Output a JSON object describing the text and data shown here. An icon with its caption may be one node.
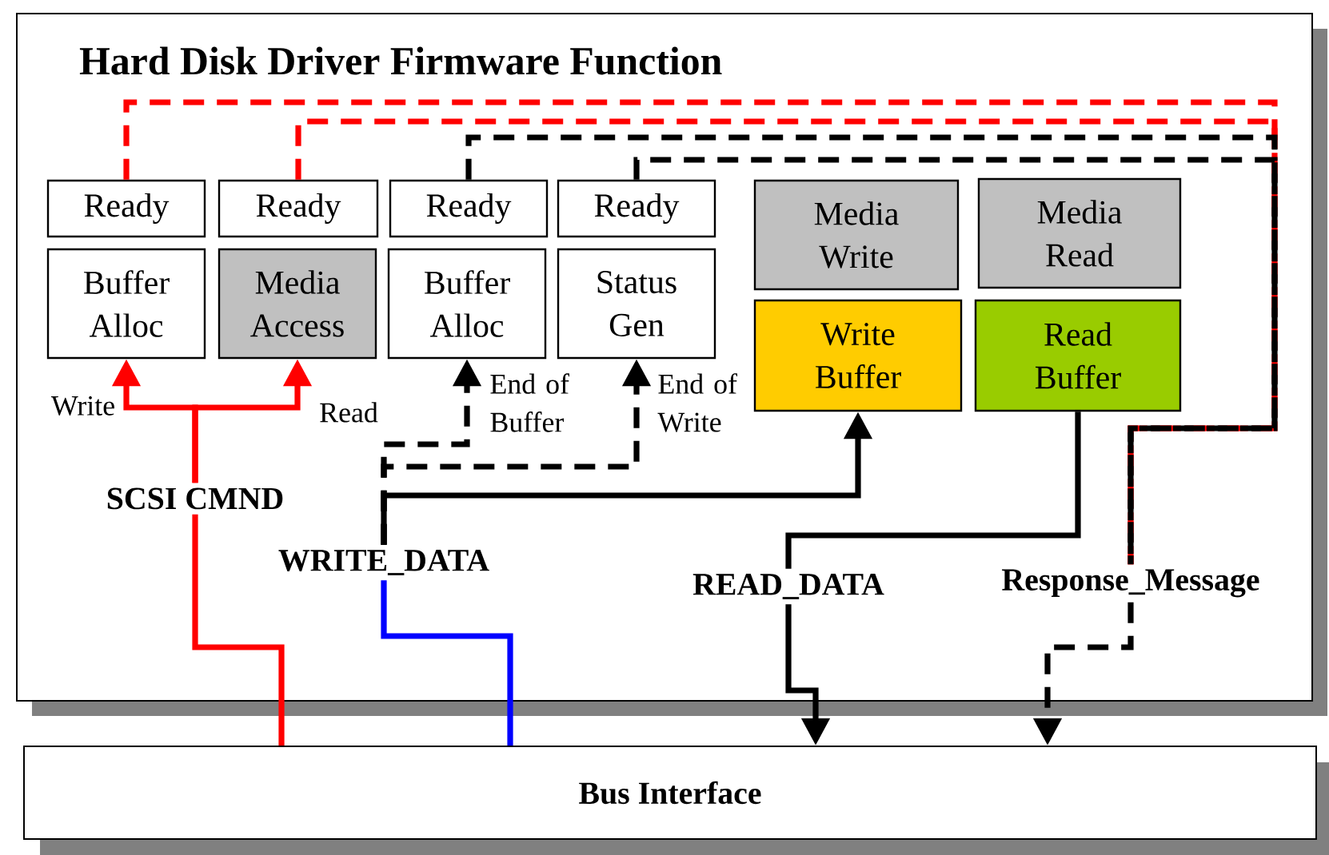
{
  "diagram": {
    "nodes": [
      {
        "text": [
          "Hard Disk Driver Firmware Function"
        ]
      },
      {
        "text": [
          "Ready"
        ],
        "in": 0
      },
      {
        "text": [
          "Ready"
        ],
        "in": 0
      },
      {
        "text": [
          "Ready"
        ],
        "in": 0
      },
      {
        "text": [
          "Ready"
        ],
        "in": 0
      },
      {
        "text": [
          "Buffer Alloc"
        ],
        "in": 0
      },
      {
        "text": [
          "Media Access"
        ],
        "in": 0
      },
      {
        "text": [
          "Buffer Alloc"
        ],
        "in": 0
      },
      {
        "text": [
          "Status Gen"
        ],
        "in": 0
      },
      {
        "text": [
          "Media Write"
        ],
        "in": 0
      },
      {
        "text": [
          "Media Read"
        ],
        "in": 0
      },
      {
        "text": [
          "Write Buffer"
        ],
        "in": 0
      },
      {
        "text": [
          "Read Buffer"
        ],
        "in": 0
      },
      {
        "text": [
          "SCSI CMND"
        ],
        "in": 0
      },
      {
        "text": [
          "WRITE_DATA"
        ],
        "in": 0
      },
      {
        "text": [
          "READ_DATA"
        ],
        "in": 0
      },
      {
        "text": [
          "Response_Message"
        ],
        "in": 0
      },
      {
        "text": [
          "Bus Interface"
        ]
      }
    ],
    "edges": [
      {
        "from": 13,
        "to": 5,
        "arrow": "to",
        "label": "Write",
        "color": "#ff0000"
      },
      {
        "from": 13,
        "to": 6,
        "arrow": "to",
        "label": "Read",
        "color": "#ff0000"
      },
      {
        "from": 17,
        "to": 13,
        "arrow": "none",
        "color": "#ff0000"
      },
      {
        "from": 17,
        "to": 14,
        "arrow": "none",
        "color": "#0000ff"
      },
      {
        "from": 14,
        "to": 11,
        "arrow": "to"
      },
      {
        "from": 14,
        "to": 7,
        "arrow": "to",
        "label": "End of Buffer",
        "style": "dashed"
      },
      {
        "from": 14,
        "to": 8,
        "arrow": "to",
        "label": "End of Write",
        "style": "dashed"
      },
      {
        "from": 12,
        "to": 15,
        "arrow": "none"
      },
      {
        "from": 15,
        "to": 17,
        "arrow": "to"
      },
      {
        "from": 16,
        "to": 17,
        "arrow": "to",
        "style": "dashed"
      },
      {
        "from": 1,
        "to": 16,
        "arrow": "none",
        "style": "dashed",
        "color": "#ff0000"
      },
      {
        "from": 2,
        "to": 16,
        "arrow": "none",
        "style": "dashed",
        "color": "#ff0000"
      },
      {
        "from": 3,
        "to": 16,
        "arrow": "none",
        "style": "dashed"
      },
      {
        "from": 4,
        "to": 16,
        "arrow": "none",
        "style": "dashed"
      }
    ]
  }
}
